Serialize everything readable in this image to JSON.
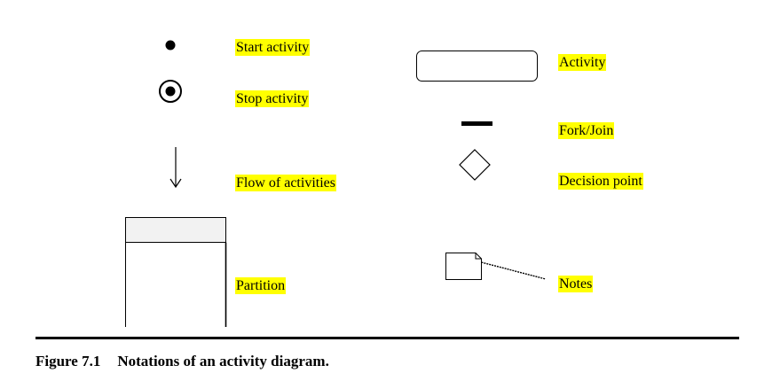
{
  "notations": [
    {
      "id": "start",
      "label": "Start activity"
    },
    {
      "id": "stop",
      "label": "Stop activity"
    },
    {
      "id": "flow",
      "label": "Flow of activities"
    },
    {
      "id": "partition",
      "label": "Partition"
    },
    {
      "id": "activity",
      "label": "Activity"
    },
    {
      "id": "forkjoin",
      "label": "Fork/Join"
    },
    {
      "id": "decision",
      "label": "Decision point"
    },
    {
      "id": "notes",
      "label": "Notes"
    }
  ],
  "caption": {
    "number": "Figure 7.1",
    "text": "Notations of an activity diagram."
  },
  "colors": {
    "highlight": "#ffff00",
    "ink": "#000000",
    "partition_header": "#f2f2f2"
  }
}
